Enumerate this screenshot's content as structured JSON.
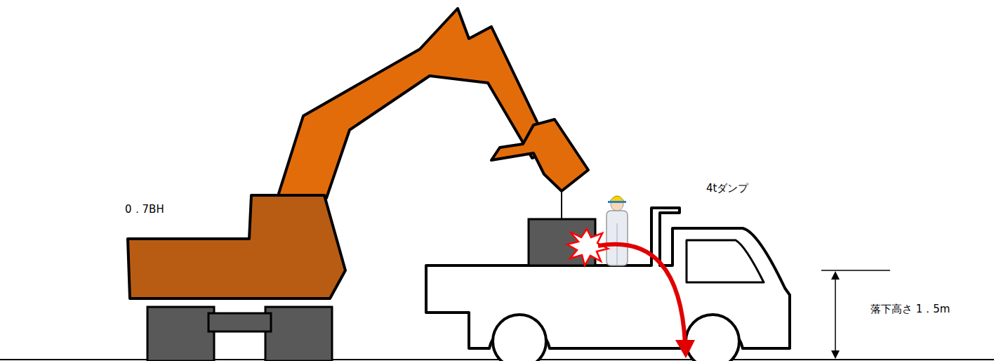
{
  "diagram": {
    "labels": [
      "0．7BH",
      "4tダンプ",
      "落下高さ 1．5m"
    ]
  }
}
